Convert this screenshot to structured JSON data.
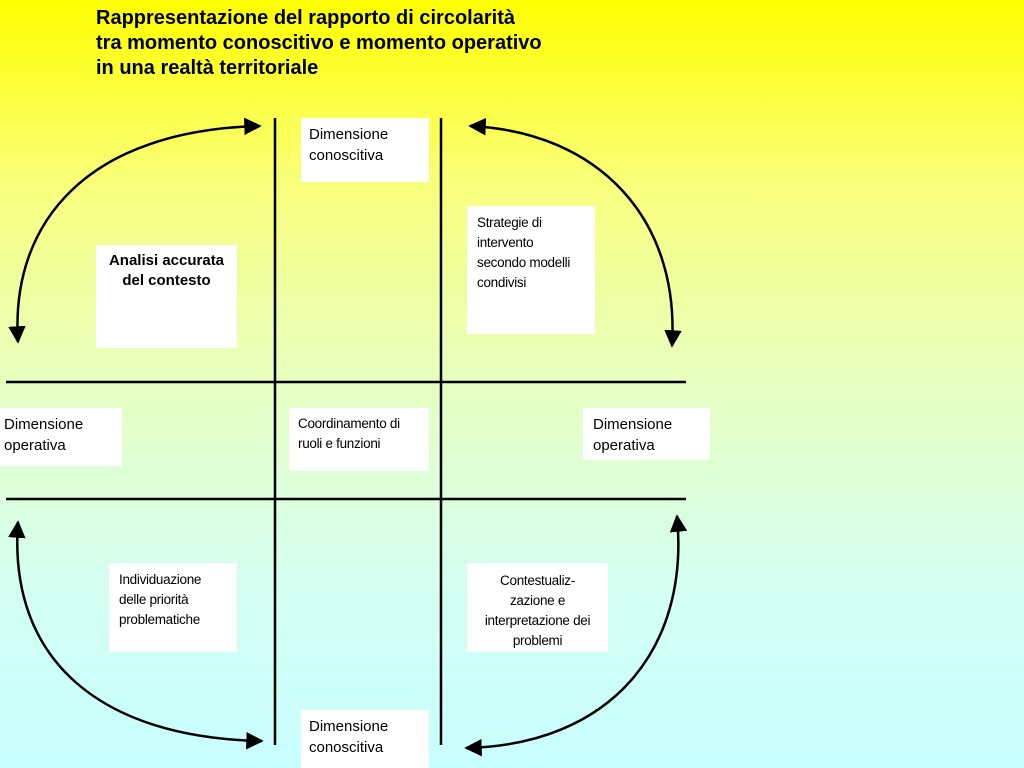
{
  "title": {
    "line1": "Rappresentazione del rapporto di circolarità",
    "line2": "tra momento conoscitivo e momento operativo",
    "line3": "in una realtà territoriale"
  },
  "boxes": {
    "top_dimension": "Dimensione conoscitiva",
    "bottom_dimension": "Dimensione conoscitiva",
    "left_dimension": "Dimensione operativa",
    "right_dimension": "Dimensione operativa",
    "center": "Coordinamento di ruoli e funzioni",
    "top_left": "Analisi accurata del contesto",
    "top_right": "Strategie di intervento secondo modelli condivisi",
    "bottom_left": "Individuazione delle priorità problematiche",
    "bottom_right": "Contestualiz-zazione e interpretazione dei problemi"
  },
  "colors": {
    "gradient_top": "#ffff00",
    "gradient_bottom": "#c8ffff",
    "line": "#000000",
    "box": "#ffffff"
  }
}
